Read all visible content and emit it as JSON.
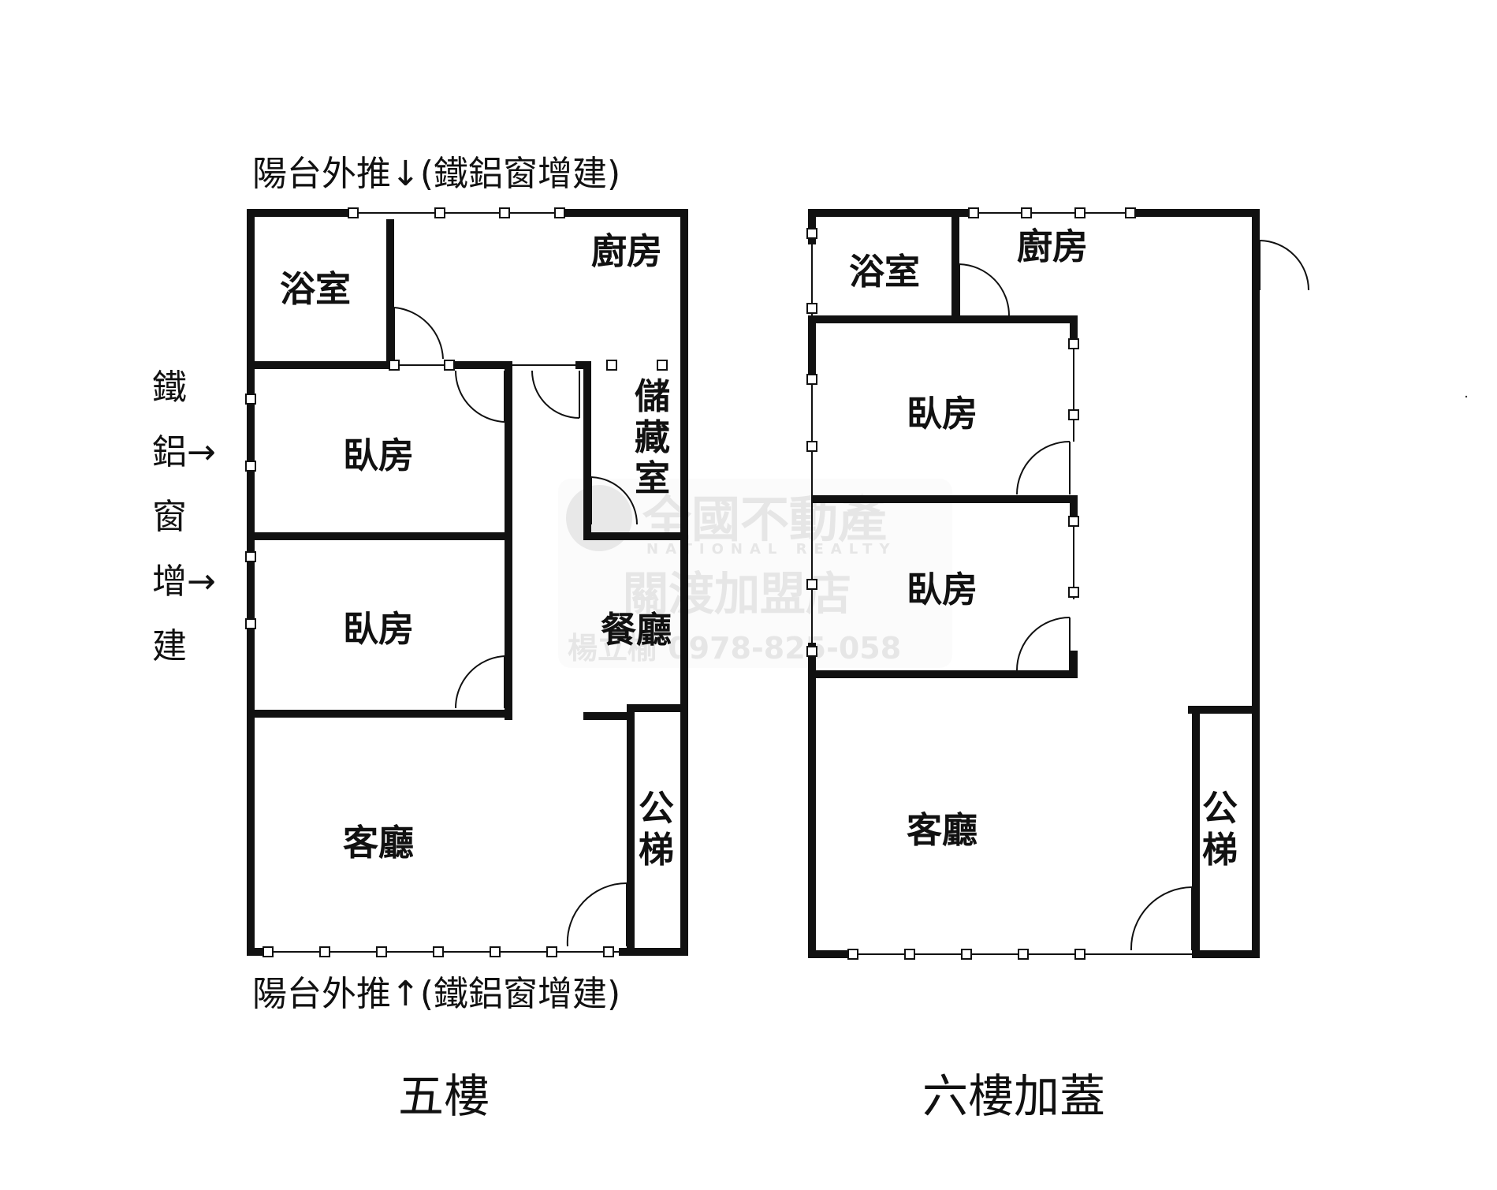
{
  "floors": [
    {
      "name": "五樓",
      "rooms": {
        "bath": "浴室",
        "kitchen": "廚房",
        "bedroom1": "臥房",
        "bedroom2": "臥房",
        "storage": [
          "儲",
          "藏",
          "室"
        ],
        "dining": "餐廳",
        "living": "客廳",
        "elevator": [
          "公",
          "梯"
        ]
      },
      "notes": {
        "top": "陽台外推↓(鐵鋁窗增建)",
        "bottom": "陽台外推↑(鐵鋁窗增建)",
        "side": [
          "鐵",
          "鋁→",
          "窗",
          "增→",
          "建"
        ]
      }
    },
    {
      "name": "六樓加蓋",
      "rooms": {
        "bath": "浴室",
        "kitchen": "廚房",
        "bedroom1": "臥房",
        "bedroom2": "臥房",
        "living": "客廳",
        "elevator": [
          "公",
          "梯"
        ]
      }
    }
  ],
  "watermark": {
    "brand": "全國不動產",
    "brand_en": "NATIONAL REALTY",
    "store": "關渡加盟店",
    "agent": "楊立榆 0978-825-058"
  },
  "colors": {
    "wall": "#111111",
    "watermark": "#e6e6e6",
    "background": "#ffffff"
  }
}
